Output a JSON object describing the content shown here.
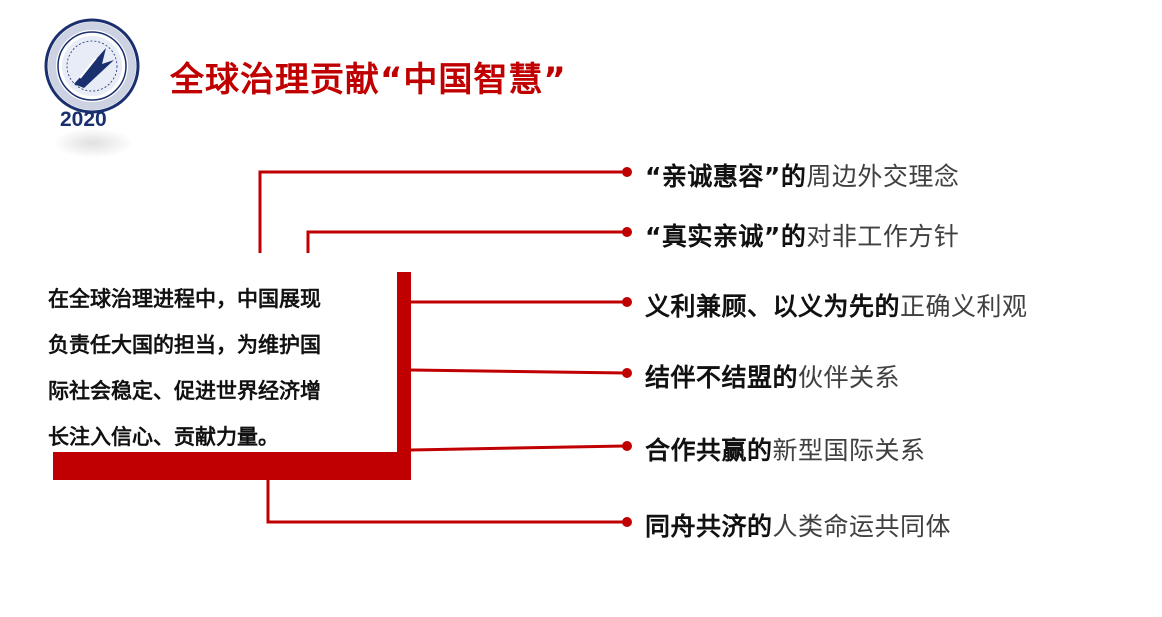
{
  "header": {
    "title": "全球治理贡献“中国智慧”",
    "year": "2020"
  },
  "center_text": [
    "在全球治理进程中，中国展现",
    "负责任大国的担当，为维护国",
    "际社会稳定、促进世界经济增",
    "长注入信心、贡献力量。"
  ],
  "items": [
    {
      "prefix": "“亲诚惠容”的",
      "highlight": "周边外交理念"
    },
    {
      "prefix": "“真实亲诚”的",
      "highlight": "对非工作方针"
    },
    {
      "prefix": "义利兼顾、以义为先的",
      "highlight": "正确义利观"
    },
    {
      "prefix": "结伴不结盟的",
      "highlight": "伙伴关系"
    },
    {
      "prefix": "合作共赢的",
      "highlight": "新型国际关系"
    },
    {
      "prefix": "同舟共济的",
      "highlight": "人类命运共同体"
    }
  ],
  "colors": {
    "accent": "#c00000",
    "logo_blue": "#1a2f6e"
  },
  "icons": {
    "logo": "university-seal-icon"
  }
}
